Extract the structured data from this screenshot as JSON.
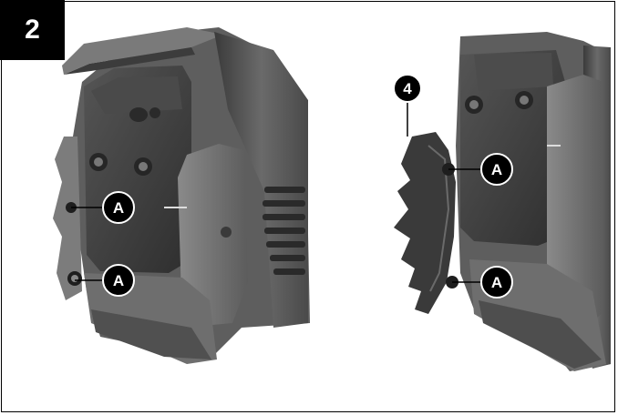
{
  "figure": {
    "number": "2"
  },
  "callouts": {
    "left_upper": "A",
    "left_lower": "A",
    "right_upper": "A",
    "right_lower": "A",
    "blade": "4"
  },
  "colors": {
    "ink": "#000000",
    "paper": "#ffffff"
  },
  "icons": [
    "muffler-photo-left",
    "muffler-photo-right",
    "blade-tool"
  ]
}
